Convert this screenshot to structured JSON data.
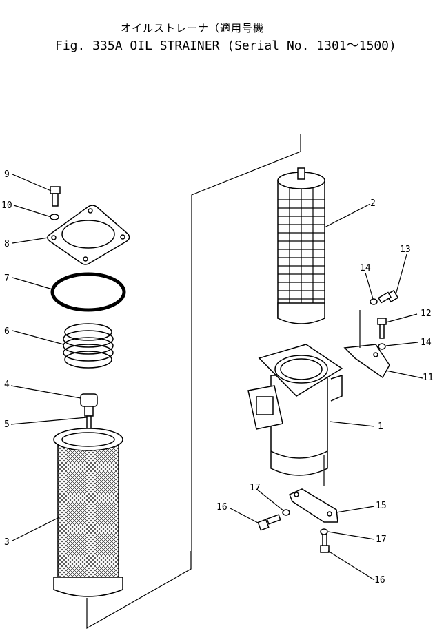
{
  "title": {
    "japanese": "オイルストレーナ（適用号機",
    "english": "Fig. 335A OIL STRAINER (Serial No. 1301～1500)"
  },
  "callouts": [
    "1",
    "2",
    "3",
    "4",
    "5",
    "6",
    "7",
    "8",
    "9",
    "10",
    "11",
    "12",
    "13",
    "14",
    "14",
    "15",
    "16",
    "16",
    "17",
    "17"
  ],
  "icons": {
    "housing": "strainer-housing",
    "element": "strainer-element",
    "cover": "cover-plate",
    "spring": "coil-spring",
    "oring": "o-ring",
    "screen": "mesh-screen",
    "bolt": "bolt",
    "washer": "washer",
    "bracket": "bracket"
  }
}
